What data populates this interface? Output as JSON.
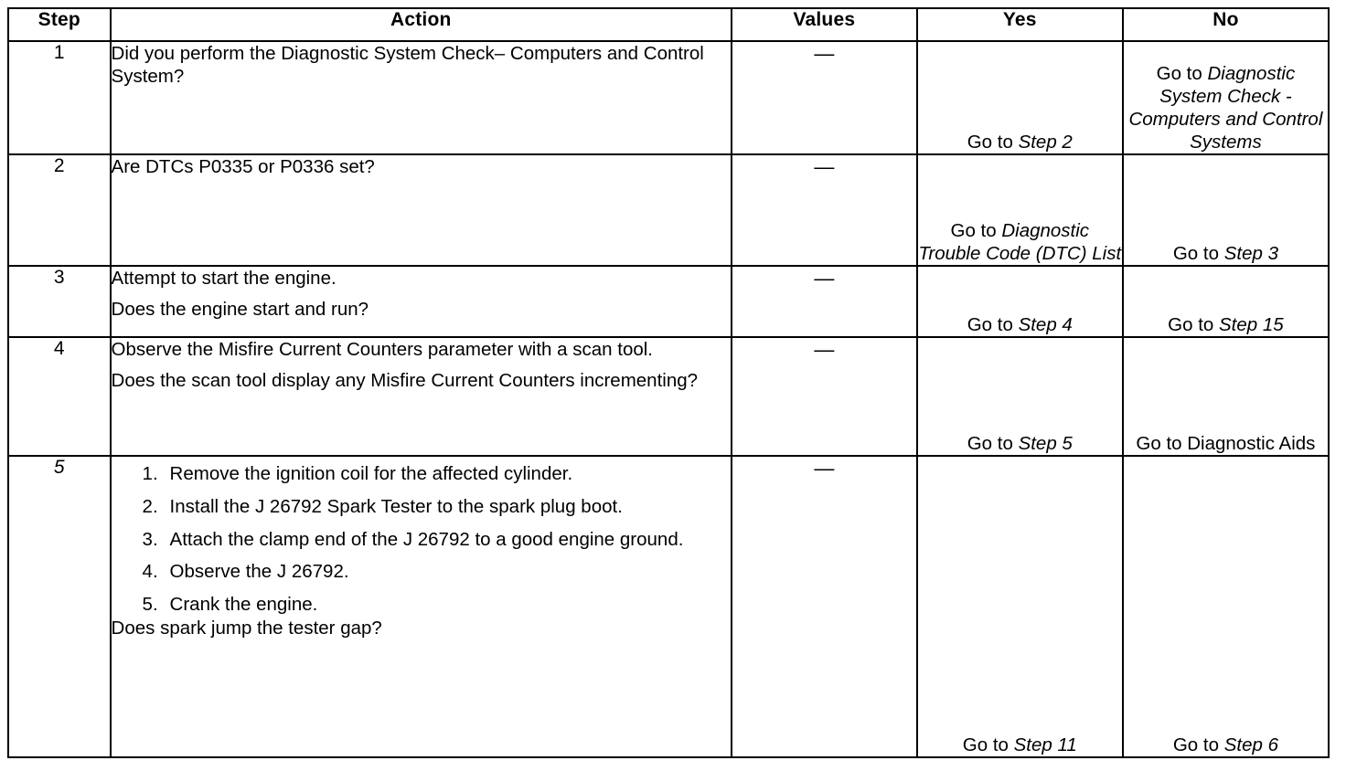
{
  "table": {
    "headers": [
      "Step",
      "Action",
      "Values",
      "Yes",
      "No"
    ],
    "dash": "—",
    "rows": [
      {
        "step": "1",
        "action_lines": [
          "Did you perform the Diagnostic System Check– Computers and Control System?"
        ],
        "values": "—",
        "yes_pre": "Go to ",
        "yes_ref": "Step  2",
        "no_pre": "Go to ",
        "no_ref": "Diagnostic System Check - Computers and Control Systems"
      },
      {
        "step": "2",
        "action_lines": [
          "Are DTCs P0335 or P0336 set?"
        ],
        "values": "—",
        "yes_pre": "Go to ",
        "yes_ref": "Diagnostic Trouble Code (DTC) List",
        "no_pre": "Go to ",
        "no_ref": "Step  3"
      },
      {
        "step": "3",
        "action_lines": [
          "Attempt to start the engine.",
          "Does the engine start and run?"
        ],
        "values": "—",
        "yes_pre": "Go to ",
        "yes_ref": "Step  4",
        "no_pre": "Go to ",
        "no_ref": "Step  15"
      },
      {
        "step": "4",
        "action_lines": [
          "Observe the Misfire Current Counters parameter with a scan tool.",
          "Does the scan tool display any Misfire Current Counters incrementing?"
        ],
        "values": "—",
        "yes_pre": "Go to ",
        "yes_ref": "Step  5",
        "no_pre": "Go to ",
        "no_plain": "Diagnostic Aids"
      },
      {
        "step": "5",
        "list_items": [
          {
            "pre": "Remove the ignition coil for the affected cylinder.",
            "ital": "",
            "post": ""
          },
          {
            "pre": "Install the ",
            "ital": "J 26792",
            "post": " Spark Tester to the spark plug boot."
          },
          {
            "pre": "Attach the clamp end of the ",
            "ital": "J 26792",
            "post": " to a good engine ground."
          },
          {
            "pre": "Observe the ",
            "ital": "J 26792",
            "post": "."
          },
          {
            "pre": "Crank the engine.",
            "ital": "",
            "post": ""
          }
        ],
        "tail_question": "Does spark jump the tester gap?",
        "values": "—",
        "yes_pre": "Go to ",
        "yes_ref": "Step  11",
        "no_pre": "Go to ",
        "no_ref": "Step  6"
      }
    ]
  }
}
